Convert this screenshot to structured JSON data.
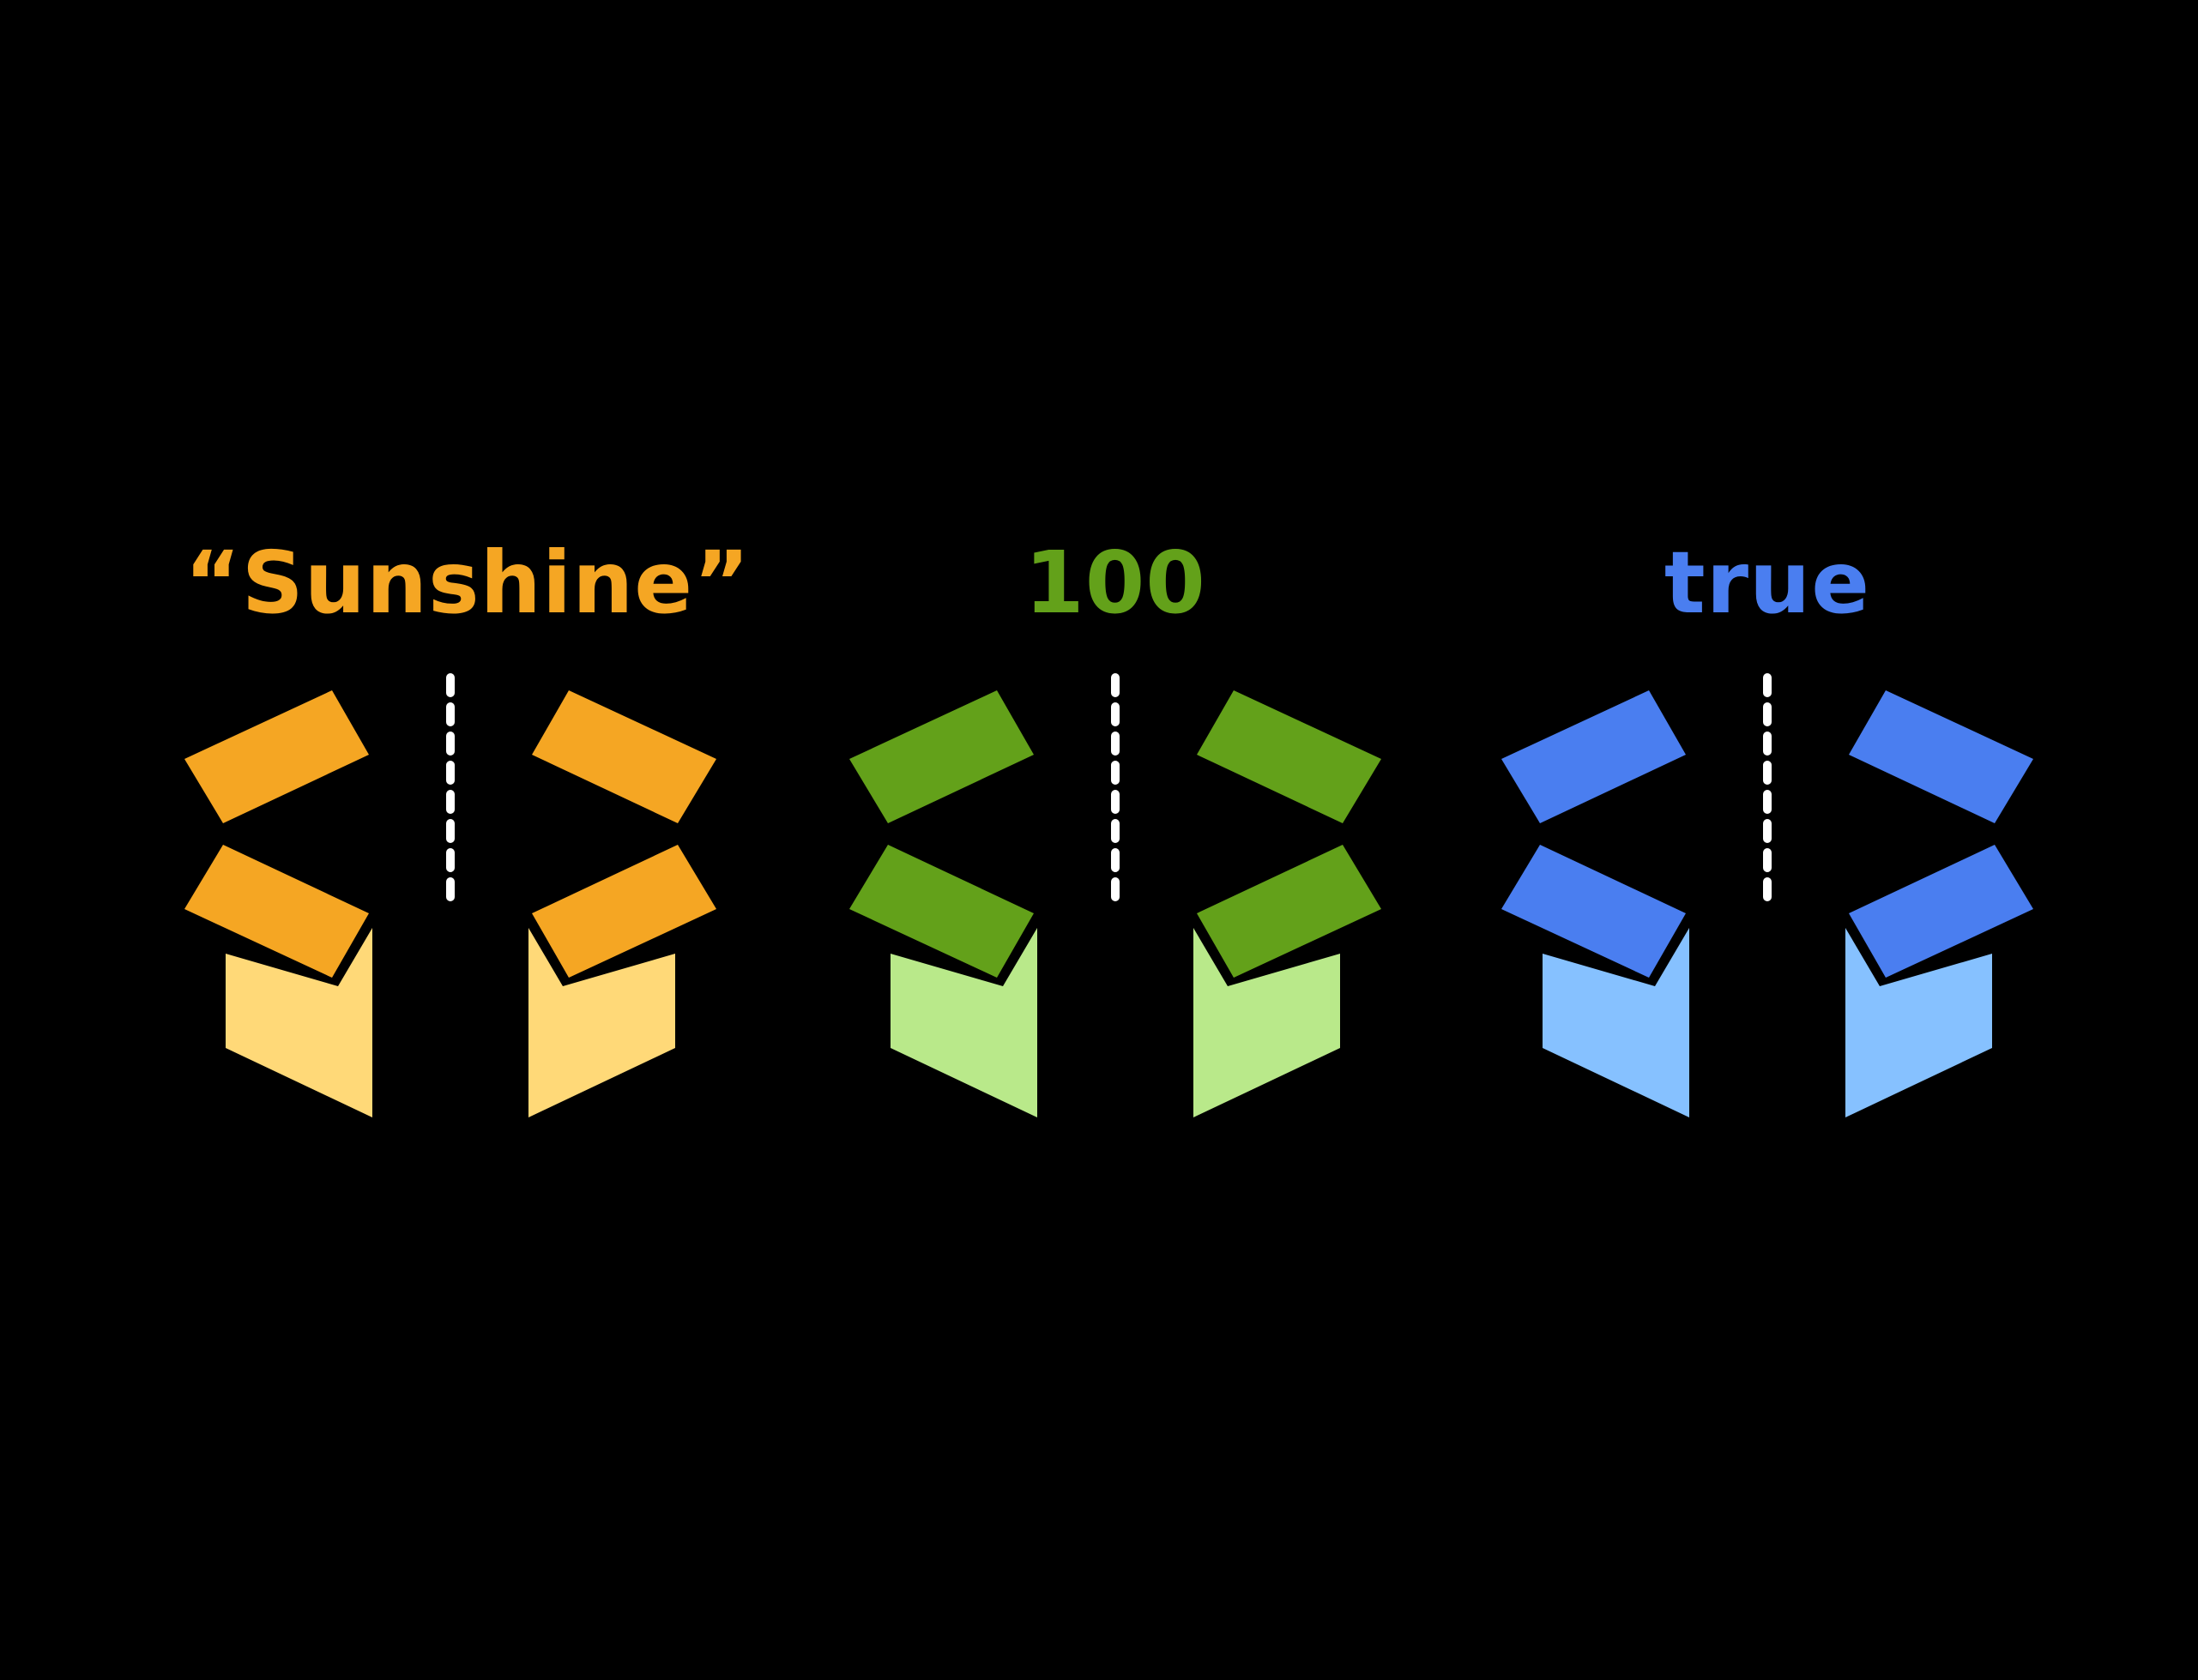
{
  "items": [
    {
      "label": "“Sunshine”",
      "icon": "open-box-icon",
      "flap_color": "#F5A623",
      "body_color": "#FFD978"
    },
    {
      "label": "100",
      "icon": "open-box-icon",
      "flap_color": "#63A11A",
      "body_color": "#B9E98A"
    },
    {
      "label": "true",
      "icon": "open-box-icon",
      "flap_color": "#4A7EF0",
      "body_color": "#86C1FF"
    }
  ],
  "divider_color": "#FFFFFF",
  "background_color": "#000000"
}
